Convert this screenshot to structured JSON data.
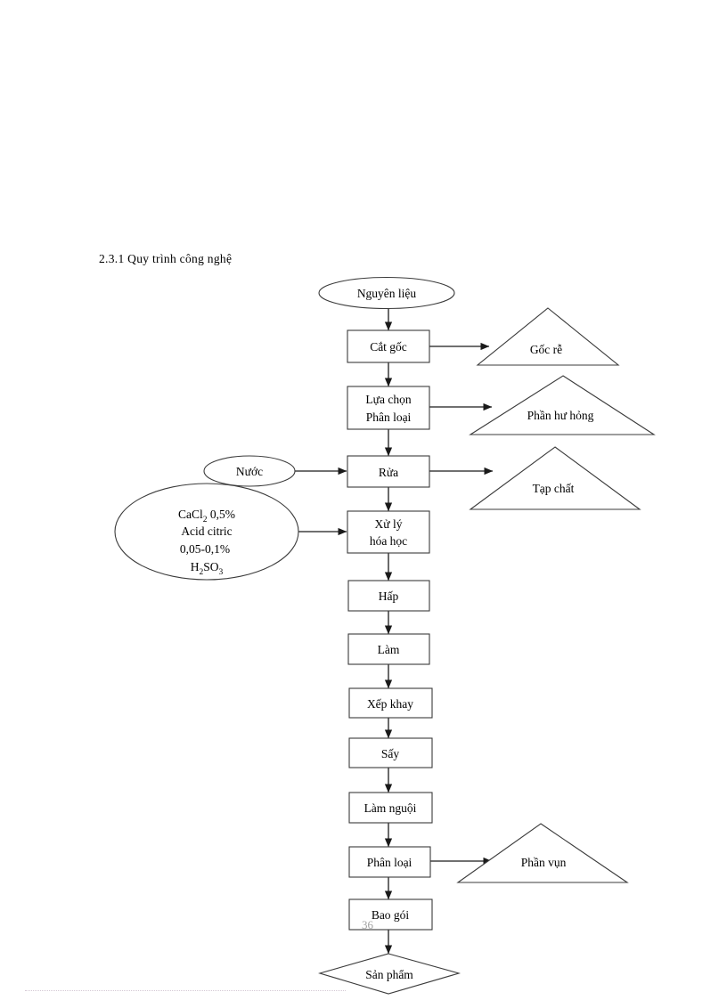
{
  "document": {
    "heading": "2.3.1 Quy trình công nghệ",
    "page_number": "36",
    "colors": {
      "shape_stroke": "#3b3b3b",
      "connector": "#1a1a1a",
      "background": "#ffffff",
      "text": "#000000"
    }
  },
  "chart_data": {
    "type": "diagram",
    "title": "2.3.1 Quy trình công nghệ",
    "diagram_kind": "process-flowchart",
    "orientation": "top-to-bottom",
    "nodes": [
      {
        "id": "n1",
        "label": "Nguyên liệu",
        "shape": "ellipse",
        "role": "input"
      },
      {
        "id": "n2",
        "label": "Cắt gốc",
        "shape": "rect",
        "role": "process"
      },
      {
        "id": "n3",
        "label": "Lựa chọn\nPhân loại",
        "line1": "Lựa chọn",
        "line2": "Phân loại",
        "shape": "rect",
        "role": "process"
      },
      {
        "id": "n4",
        "label": "Rửa",
        "shape": "rect",
        "role": "process"
      },
      {
        "id": "n5",
        "label": "Xử lý\nhóa học",
        "line1": "Xử lý",
        "line2": "hóa học",
        "shape": "rect",
        "role": "process"
      },
      {
        "id": "n6",
        "label": "Hấp",
        "shape": "rect",
        "role": "process"
      },
      {
        "id": "n7",
        "label": "Làm",
        "shape": "rect",
        "role": "process"
      },
      {
        "id": "n8",
        "label": "Xếp khay",
        "shape": "rect",
        "role": "process"
      },
      {
        "id": "n9",
        "label": "Sấy",
        "shape": "rect",
        "role": "process"
      },
      {
        "id": "n10",
        "label": "Làm nguội",
        "shape": "rect",
        "role": "process"
      },
      {
        "id": "n11",
        "label": "Phân loại",
        "shape": "rect",
        "role": "process"
      },
      {
        "id": "n12",
        "label": "Bao gói",
        "shape": "rect",
        "role": "process"
      },
      {
        "id": "n13",
        "label": "Sản phẩm",
        "shape": "diamond",
        "role": "output"
      },
      {
        "id": "w1",
        "label": "Gốc rễ",
        "shape": "triangle",
        "role": "waste"
      },
      {
        "id": "w2",
        "label": "Phần hư hỏng",
        "shape": "triangle",
        "role": "waste"
      },
      {
        "id": "w3",
        "label": "Tạp chất",
        "shape": "triangle",
        "role": "waste"
      },
      {
        "id": "w4",
        "label": "Phần vụn",
        "shape": "triangle",
        "role": "waste"
      },
      {
        "id": "a1",
        "label": "Nước",
        "shape": "ellipse",
        "role": "additive"
      },
      {
        "id": "a2",
        "label": "CaCl2 0,5% / Acid citric / 0,05-0,1% / H2SO3",
        "shape": "ellipse",
        "role": "additive",
        "line1_a": "CaCl",
        "line1_sub": "2",
        "line1_b": " 0,5%",
        "line2": "Acid citric",
        "line3": "0,05-0,1%",
        "line4_a": "H",
        "line4_sub1": "2",
        "line4_b": "SO",
        "line4_sub2": "3"
      }
    ],
    "edges": [
      {
        "from": "n1",
        "to": "n2",
        "direction": "down"
      },
      {
        "from": "n2",
        "to": "n3",
        "direction": "down"
      },
      {
        "from": "n3",
        "to": "n4",
        "direction": "down"
      },
      {
        "from": "n4",
        "to": "n5",
        "direction": "down"
      },
      {
        "from": "n5",
        "to": "n6",
        "direction": "down"
      },
      {
        "from": "n6",
        "to": "n7",
        "direction": "down"
      },
      {
        "from": "n7",
        "to": "n8",
        "direction": "down"
      },
      {
        "from": "n8",
        "to": "n9",
        "direction": "down"
      },
      {
        "from": "n9",
        "to": "n10",
        "direction": "down"
      },
      {
        "from": "n10",
        "to": "n11",
        "direction": "down"
      },
      {
        "from": "n11",
        "to": "n12",
        "direction": "down"
      },
      {
        "from": "n12",
        "to": "n13",
        "direction": "down"
      },
      {
        "from": "n2",
        "to": "w1",
        "direction": "right"
      },
      {
        "from": "n3",
        "to": "w2",
        "direction": "right"
      },
      {
        "from": "n4",
        "to": "w3",
        "direction": "right"
      },
      {
        "from": "n11",
        "to": "w4",
        "direction": "right"
      },
      {
        "from": "a1",
        "to": "n4",
        "direction": "right"
      },
      {
        "from": "a2",
        "to": "n5",
        "direction": "right"
      }
    ]
  }
}
